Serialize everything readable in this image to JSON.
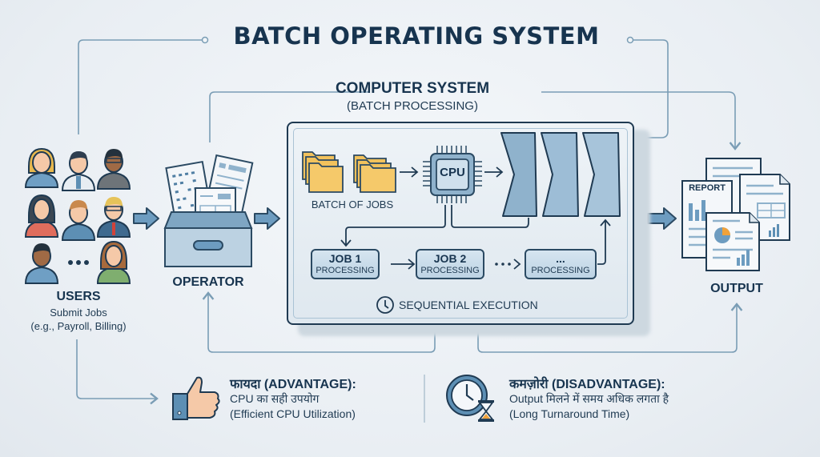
{
  "title": "BATCH OPERATING SYSTEM",
  "computer_system": {
    "title": "COMPUTER SYSTEM",
    "subtitle": "(BATCH PROCESSING)",
    "batch_label": "BATCH OF JOBS",
    "cpu_label": "CPU",
    "jobs": [
      {
        "title": "JOB 1",
        "status": "PROCESSING"
      },
      {
        "title": "JOB 2",
        "status": "PROCESSING"
      },
      {
        "title": "...",
        "status": "PROCESSING"
      }
    ],
    "sequential_label": "SEQUENTIAL EXECUTION"
  },
  "users": {
    "title": "USERS",
    "line1": "Submit Jobs",
    "line2": "(e.g., Payroll, Billing)",
    "ellipsis": "..."
  },
  "operator": {
    "title": "OPERATOR"
  },
  "output": {
    "title": "OUTPUT",
    "report_label": "REPORT"
  },
  "advantage": {
    "title": "फायदा (ADVANTAGE):",
    "line1": "CPU का सही उपयोग",
    "line2": "(Efficient CPU Utilization)"
  },
  "disadvantage": {
    "title": "कमज़ोरी (DISADVANTAGE):",
    "line1": "Output मिलने में समय अधिक लगता है",
    "line2": "(Long Turnaround Time)"
  },
  "colors": {
    "navy": "#17344f",
    "connector": "#7a9db5",
    "box_blue": "#9dbdd6",
    "folder": "#f2c25c",
    "accent_orange": "#f0a23a"
  }
}
